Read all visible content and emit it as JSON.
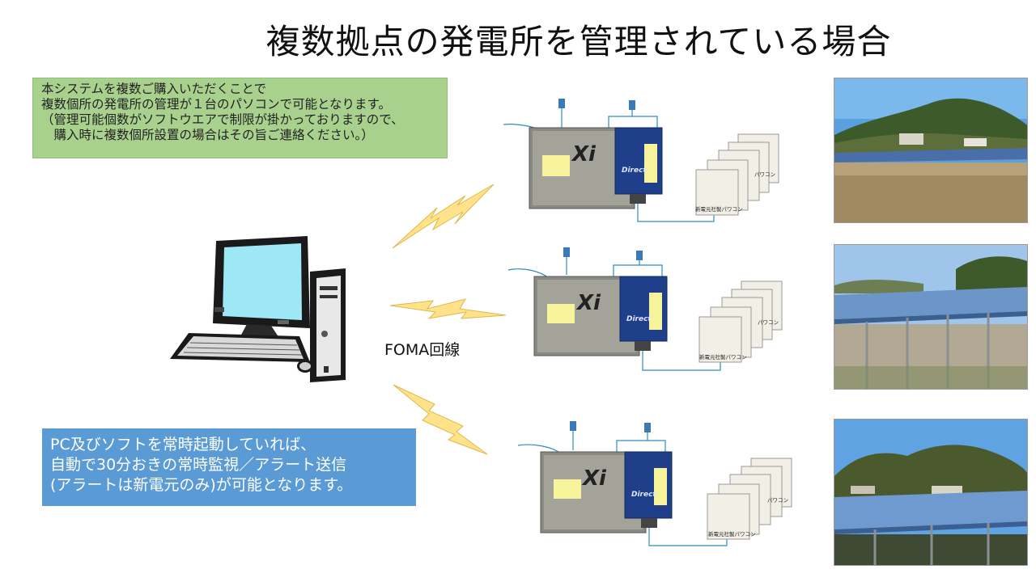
{
  "title": "複数拠点の発電所を管理されている場合",
  "note": {
    "lines": [
      "本システムを複数ご購入いただくことで",
      "複数個所の発電所の管理が１台のパソコンで可能となります。",
      "（管理可能個数がソフトウエアで制限が掛かっておりますので、",
      "　購入時に複数個所設置の場合はその旨ご連絡ください。）"
    ]
  },
  "info": {
    "lines": [
      "PC及びソフトを常時起動していれば、",
      "自動で30分おきの常時監視／アラート送信",
      "(アラートは新電元のみ)が可能となります。"
    ]
  },
  "network_label": "FOMA回線",
  "site_labels": {
    "router_brand": "Xi",
    "modem_brand": "Direct",
    "inverter_label": "新電元社製パワコン",
    "inverter_side": "パワコン"
  },
  "colors": {
    "note_bg": "#a9d18e",
    "info_bg": "#5b9bd5",
    "lightning": "#ffe28a",
    "cable": "#2e8bc0"
  }
}
